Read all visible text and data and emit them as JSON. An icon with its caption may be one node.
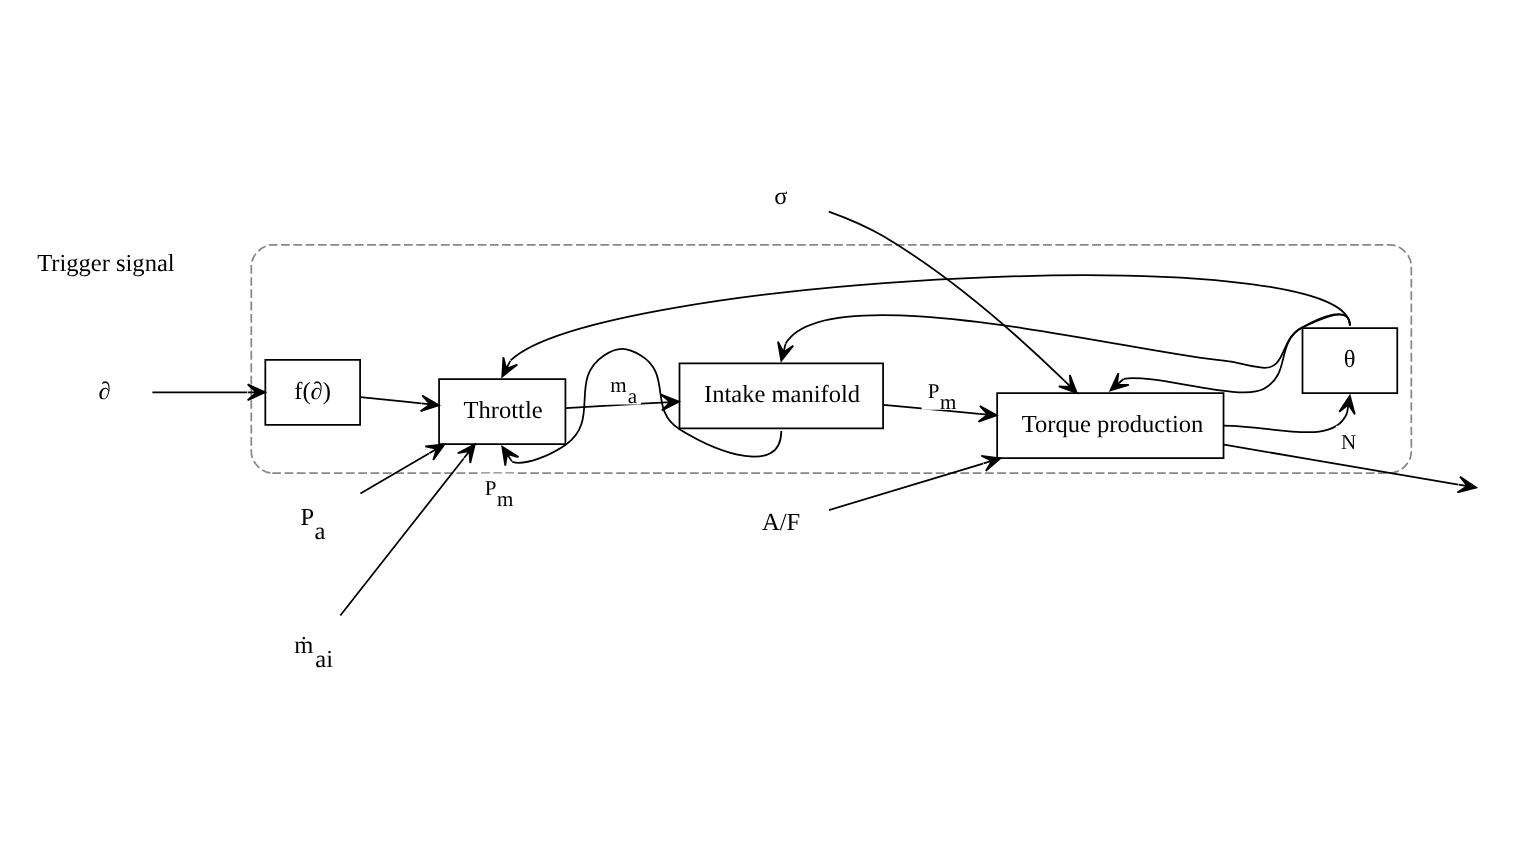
{
  "diagram": {
    "nodes": [
      {
        "text": [],
        "shape": "box"
      },
      {
        "text": [
          "Throttle"
        ],
        "in": 0
      },
      {
        "text": [
          "Intake manifold"
        ],
        "in": 0
      },
      {
        "text": [
          "Torque production"
        ],
        "in": 0
      },
      {
        "text": [
          "θ"
        ],
        "in": 0
      },
      {
        "text": [
          "f(∂)"
        ],
        "in": 0
      },
      {
        "text": [
          "P$_{a}$"
        ]
      },
      {
        "text": [
          "ṁ$_{ai}$"
        ]
      },
      {
        "text": [
          "∂"
        ]
      },
      {
        "text": [
          "σ"
        ]
      },
      {
        "text": [
          "A/F"
        ]
      }
    ],
    "edges": [
      {
        "from": 6,
        "to": 1,
        "arrow": "to"
      },
      {
        "from": 7,
        "to": 1,
        "arrow": "to"
      },
      {
        "from": 8,
        "to": 5,
        "arrow": "to"
      },
      {
        "from": 5,
        "to": 1,
        "arrow": "to"
      },
      {
        "from": 1,
        "to": 2,
        "arrow": "to",
        "label": "m$_{a}$"
      },
      {
        "from": 2,
        "to": 1,
        "arrow": "to",
        "label": "P$_{m}$"
      },
      {
        "from": 2,
        "to": 3,
        "arrow": "to",
        "label": "P$_{m}$"
      },
      {
        "from": 3,
        "to": 4,
        "arrow": "to"
      },
      {
        "from": 4,
        "to": 1,
        "arrow": "to"
      },
      {
        "from": 4,
        "to": 2,
        "arrow": "to"
      },
      {
        "from": 4,
        "to": 3,
        "arrow": "to"
      },
      {
        "from": 9,
        "to": 3,
        "arrow": "to"
      },
      {
        "from": 10,
        "to": 3,
        "arrow": "to"
      },
      {
        "from": 3,
        "to": null,
        "arrow": "to",
        "label": "N"
      }
    ],
    "labels": [
      "Trigger signal"
    ]
  }
}
